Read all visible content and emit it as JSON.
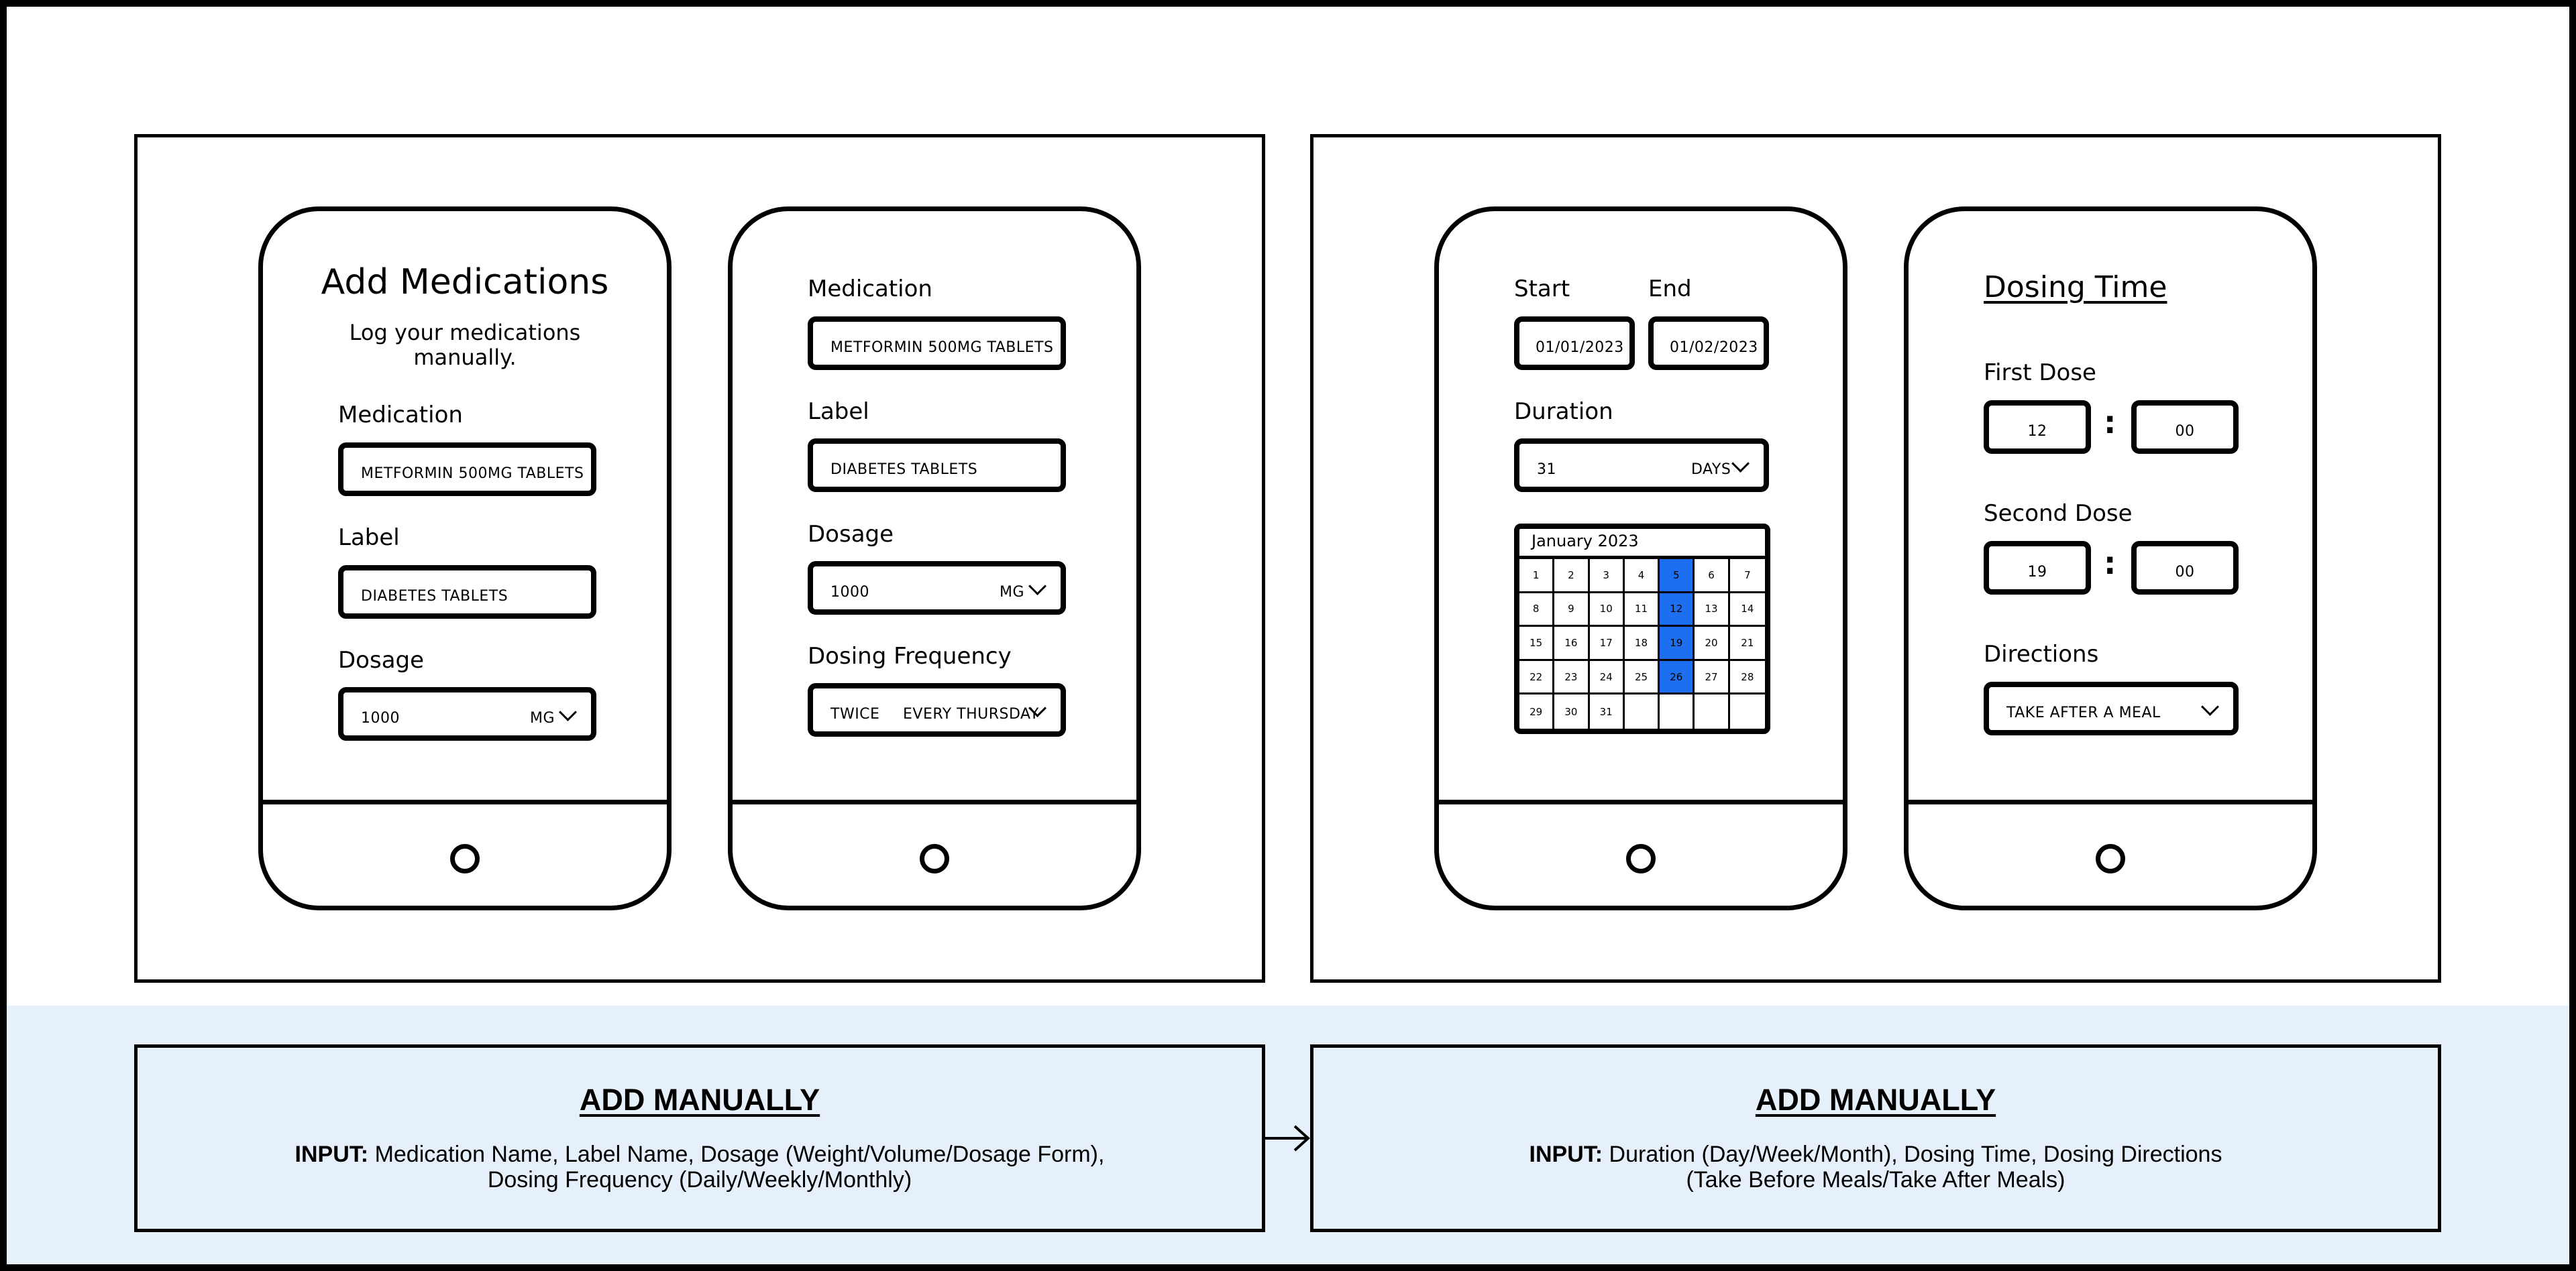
{
  "phone1": {
    "title": "Add Medications",
    "subtitle_line1": "Log your medications",
    "subtitle_line2": "manually.",
    "medication_label": "Medication",
    "medication_value": "METFORMIN 500MG TABLETS",
    "label_label": "Label",
    "label_value": "DIABETES TABLETS",
    "dosage_label": "Dosage",
    "dosage_value": "1000",
    "dosage_unit": "MG"
  },
  "phone2": {
    "medication_label": "Medication",
    "medication_value": "METFORMIN 500MG TABLETS",
    "label_label": "Label",
    "label_value": "DIABETES TABLETS",
    "dosage_label": "Dosage",
    "dosage_value": "1000",
    "dosage_unit": "MG",
    "frequency_label": "Dosing Frequency",
    "frequency_value": "TWICE",
    "frequency_period": "EVERY THURSDAY"
  },
  "phone3": {
    "start_label": "Start",
    "start_value": "01/01/2023",
    "end_label": "End",
    "end_value": "01/02/2023",
    "duration_label": "Duration",
    "duration_value": "31",
    "duration_unit": "DAYS",
    "calendar": {
      "month": "January 2023",
      "weeks": [
        [
          "1",
          "2",
          "3",
          "4",
          "5",
          "6",
          "7"
        ],
        [
          "8",
          "9",
          "10",
          "11",
          "12",
          "13",
          "14"
        ],
        [
          "15",
          "16",
          "17",
          "18",
          "19",
          "20",
          "21"
        ],
        [
          "22",
          "23",
          "24",
          "25",
          "26",
          "27",
          "28"
        ],
        [
          "29",
          "30",
          "31",
          "",
          "",
          "",
          ""
        ]
      ],
      "highlighted_days": [
        "5",
        "12",
        "19",
        "26"
      ],
      "highlight_color": "#1e6ff0"
    }
  },
  "phone4": {
    "title": "Dosing Time",
    "first_dose_label": "First Dose",
    "first_dose_hour": "12",
    "first_dose_minute": "00",
    "second_dose_label": "Second Dose",
    "second_dose_hour": "19",
    "second_dose_minute": "00",
    "separator": ":",
    "directions_label": "Directions",
    "directions_value": "TAKE AFTER A MEAL"
  },
  "captions": [
    {
      "title": "ADD MANUALLY",
      "input_label": "INPUT:",
      "line1": "Medication Name, Label Name, Dosage (Weight/Volume/Dosage Form),",
      "line2": "Dosing Frequency (Daily/Weekly/Monthly)"
    },
    {
      "title": "ADD MANUALLY",
      "input_label": "INPUT:",
      "line1": "Duration (Day/Week/Month), Dosing Time, Dosing Directions",
      "line2": "(Take Before Meals/Take After Meals)"
    }
  ],
  "colors": {
    "caption_background": "#e6f0fb",
    "calendar_highlight": "#1e6ff0"
  }
}
